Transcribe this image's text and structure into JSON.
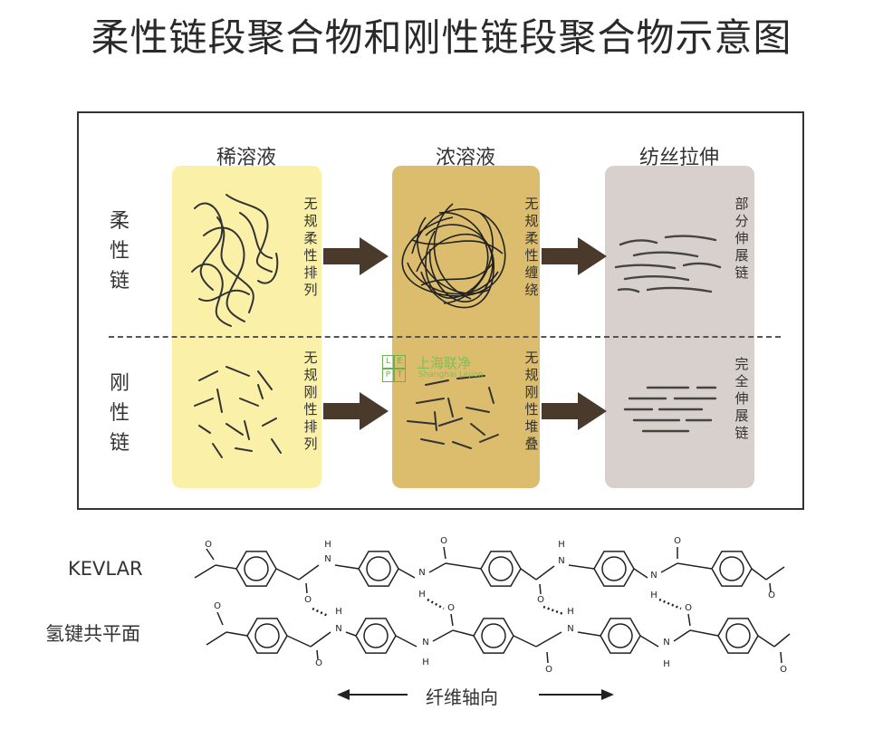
{
  "title": "柔性链段聚合物和刚性链段聚合物示意图",
  "columns": [
    "稀溶液",
    "浓溶液",
    "纺丝拉伸"
  ],
  "rows": [
    "柔性链",
    "刚性链"
  ],
  "panels": {
    "flex_dilute": "无规柔性排列",
    "flex_conc": "无规柔性缠绕",
    "flex_spin": "部分伸展链",
    "rigid_dilute": "无规刚性排列",
    "rigid_conc": "无规刚性堆叠",
    "rigid_spin": "完全伸展链"
  },
  "watermark": {
    "letters": [
      "L",
      "E",
      "P",
      "T"
    ],
    "cn": "上海联净",
    "en": "Shanghai Lejion"
  },
  "chem": {
    "label_top": "KEVLAR",
    "label_bottom": "氢键共平面",
    "axis": "纤维轴向",
    "atom_o": "O",
    "atom_n": "N",
    "atom_h": "H"
  },
  "colors": {
    "dilute": "#faf0a8",
    "concentrated": "#dcbd6e",
    "spinning": "#d7d0cd",
    "arrow": "#4a3a2c"
  }
}
